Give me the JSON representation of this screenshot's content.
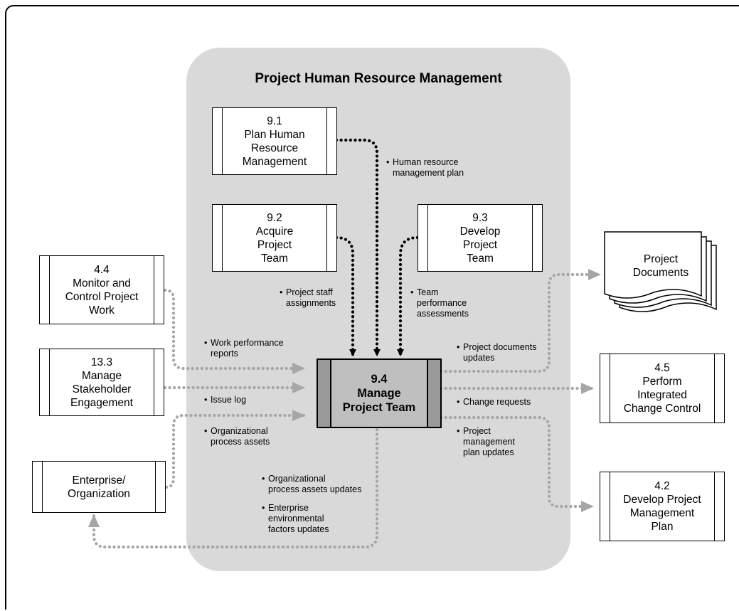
{
  "title": "Project Human Resource Management",
  "processes": {
    "p91": {
      "num": "9.1",
      "name": "Plan Human\nResource\nManagement"
    },
    "p92": {
      "num": "9.2",
      "name": "Acquire\nProject\nTeam"
    },
    "p93": {
      "num": "9.3",
      "name": "Develop\nProject\nTeam"
    },
    "p94": {
      "num": "9.4",
      "name": "Manage\nProject Team"
    },
    "p44": {
      "num": "4.4",
      "name": "Monitor and\nControl Project\nWork"
    },
    "p133": {
      "num": "13.3",
      "name": "Manage\nStakeholder\nEngagement"
    },
    "enterprise": {
      "name": "Enterprise/\nOrganization"
    },
    "p45": {
      "num": "4.5",
      "name": "Perform\nIntegrated\nChange Control"
    },
    "p42": {
      "num": "4.2",
      "name": "Develop Project\nManagement\nPlan"
    }
  },
  "documents": {
    "name": "Project\nDocuments"
  },
  "labels": {
    "hr_plan": "Human resource\nmanagement plan",
    "staff_assignments": "Project staff\nassignments",
    "team_assessments": "Team\nperformance\nassessments",
    "work_reports": "Work performance\nreports",
    "issue_log": "Issue log",
    "org_assets": "Organizational\nprocess assets",
    "org_assets_updates": "Organizational\nprocess assets updates",
    "eef_updates": "Enterprise\nenvironmental\nfactors updates",
    "doc_updates": "Project documents\nupdates",
    "change_requests": "Change requests",
    "pm_plan_updates": "Project\nmanagement\nplan updates"
  },
  "bullet": "•",
  "colors": {
    "panel": "#d9d9d9",
    "main_box": "#bfbfbf",
    "internal_arrow": "#000000",
    "external_arrow": "#a6a6a6"
  }
}
